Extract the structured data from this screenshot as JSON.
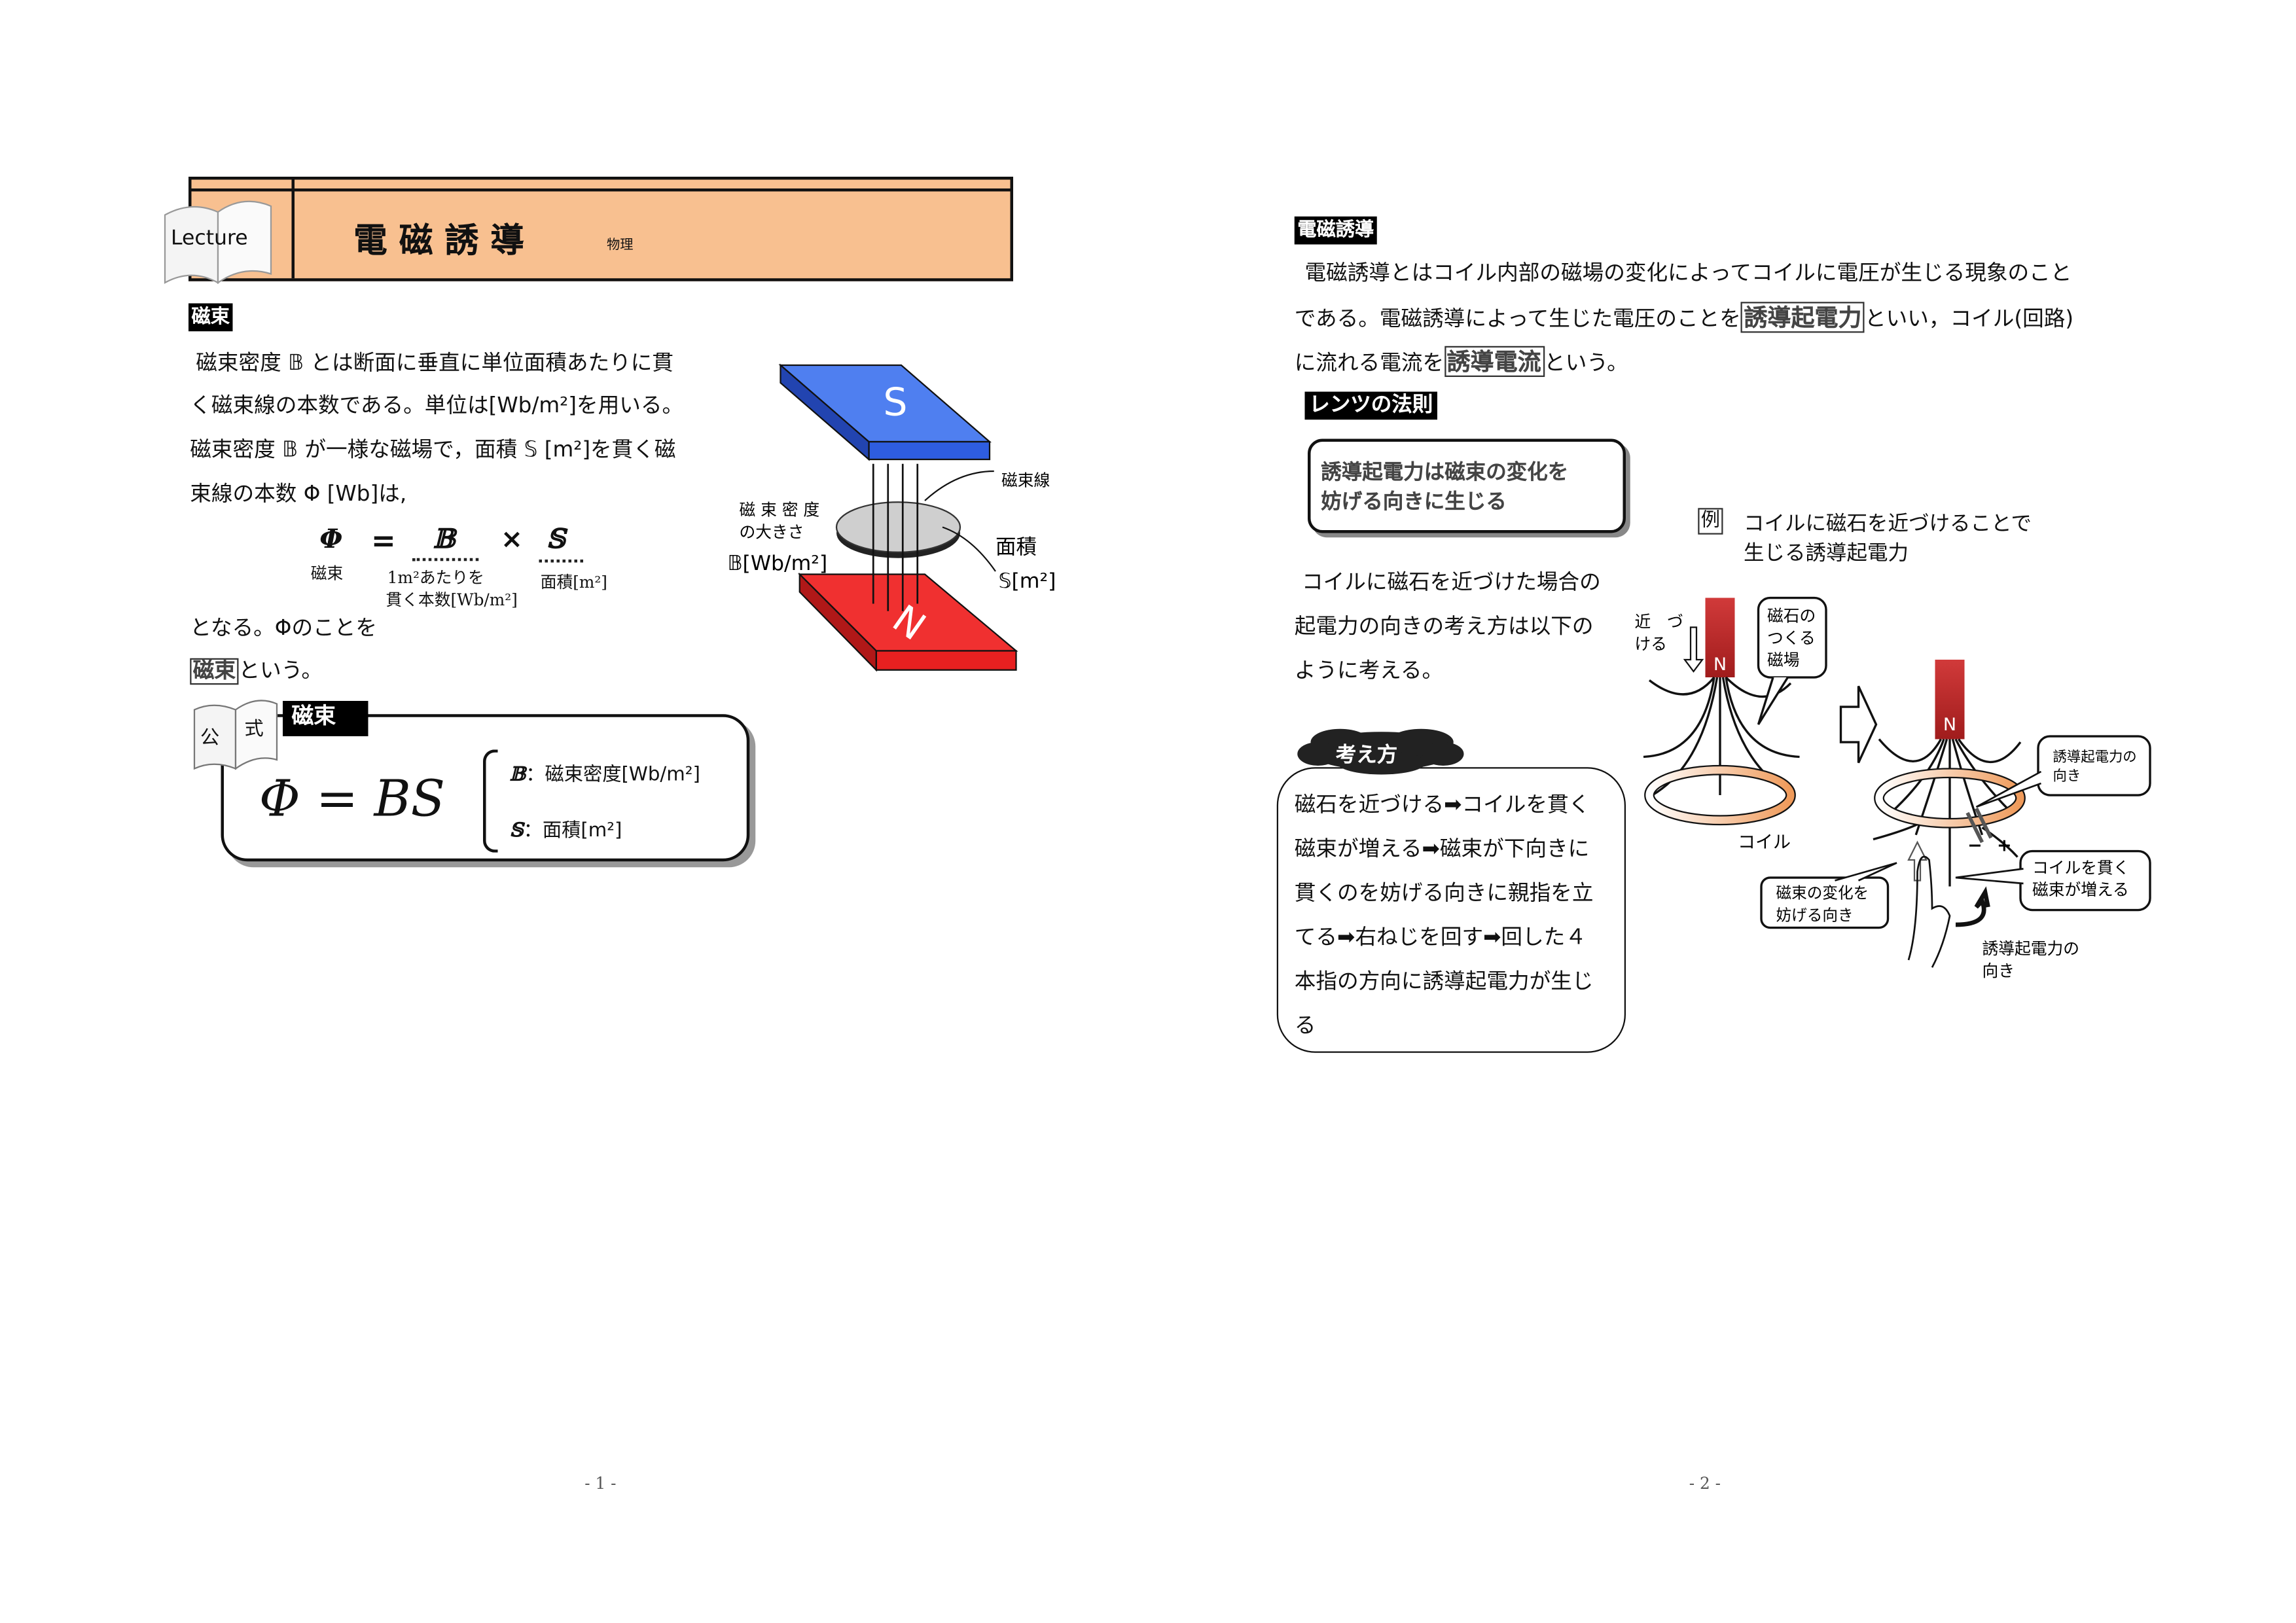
{
  "page1": {
    "header": {
      "badge": "Lecture",
      "title": "電 磁 誘 導",
      "subject": "物理"
    },
    "section_label": "磁束",
    "paragraph": [
      "磁束密度 𝔹 とは断面に垂直に単位面積あたりに貫",
      "く磁束線の本数である。単位は[Wb/m²]を用いる。",
      "磁束密度 𝔹 が一様な磁場で，面積 𝕊 [m²]を貫く磁",
      "束線の本数 Φ [Wb]は,"
    ],
    "equation": {
      "phi": "Φ",
      "equals": "=",
      "b": "𝔹",
      "times": "×",
      "s": "𝕊",
      "phi_label": "磁束",
      "b_label_1": "1m²あたりを",
      "b_label_2": "貫く本数[Wb/m²]",
      "s_label": "面積[m²]"
    },
    "after_1": "となる。Φのことを",
    "after_2_term": "磁束",
    "after_2_rest": "という。",
    "formula_box": {
      "book_label_1": "公",
      "book_label_2": "式",
      "tab": "磁束",
      "formula": "Φ = BS",
      "def_b_sym": "𝔹",
      "def_b": "：磁束密度[Wb/m²]",
      "def_s_sym": "𝕊",
      "def_s": "：面積[m²]"
    },
    "diagram": {
      "s_pole": "S",
      "n_pole": "N",
      "flux_lines": "磁束線",
      "density_1": "磁 束 密 度",
      "density_2": "の大きさ",
      "density_unit": "𝔹[Wb/m²]",
      "area": "面積",
      "area_unit": "𝕊[m²]"
    },
    "page_number": "- 1 -"
  },
  "page2": {
    "section_label": "電磁誘導",
    "para_1": "電磁誘導とはコイル内部の磁場の変化によってコイルに電圧が生じる現象のこと",
    "para_2a": "である。電磁誘導によって生じた電圧のことを",
    "para_2_term": "誘導起電力",
    "para_2b": "といい，コイル(回路)",
    "para_3a": "に流れる電流を",
    "para_3_term": "誘導電流",
    "para_3b": "という。",
    "lenz_label": "レンツの法則",
    "lenz_rule": [
      "誘導起電力は磁束の変化を",
      "妨げる向きに生じる"
    ],
    "example_mark": "例",
    "example_text": [
      "コイルに磁石を近づけることで",
      "生じる誘導起電力"
    ],
    "intro": [
      "コイルに磁石を近づけた場合の",
      "起電力の向きの考え方は以下の",
      "ように考える。"
    ],
    "thinking_label": "考え方",
    "thinking": [
      "磁石を近づける➡コイルを貫く",
      "磁束が増える➡磁束が下向きに",
      "貫くのを妨げる向きに親指を立",
      "てる➡右ねじを回す➡回した４",
      "本指の方向に誘導起電力が生じ",
      "る"
    ],
    "diagram": {
      "approach_1": "近　づ",
      "approach_2": "ける",
      "n_pole": "N",
      "magnet_field": [
        "磁石の",
        "つくる",
        "磁場"
      ],
      "coil": "コイル",
      "emf_dir_callout": [
        "誘導起電力の",
        "向き"
      ],
      "minus": "−",
      "plus": "+",
      "flux_increase": [
        "コイルを貫く",
        "磁束が増える"
      ],
      "oppose_dir": [
        "磁束の変化を",
        "妨げる向き"
      ],
      "emf_dir_label": [
        "誘導起電力の",
        "向き"
      ]
    },
    "page_number": "- 2 -"
  }
}
